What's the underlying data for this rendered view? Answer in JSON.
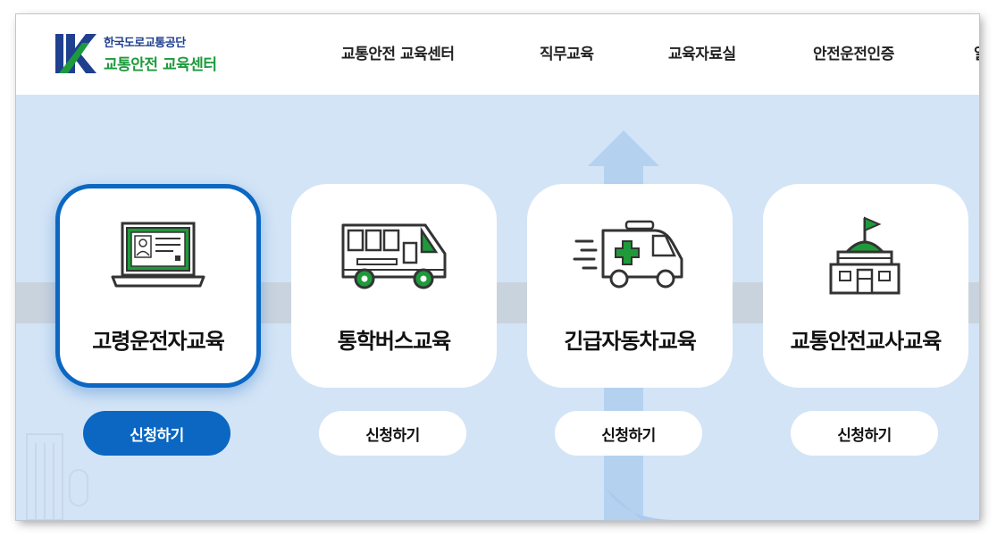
{
  "logo": {
    "org": "한국도로교통공단",
    "name": "교통안전 교육센터"
  },
  "nav": {
    "items": [
      "교통안전 교육센터",
      "직무교육",
      "교육자료실",
      "안전운전인증",
      "알"
    ]
  },
  "cards": [
    {
      "title": "고령운전자교육",
      "icon": "computer-id-card-icon",
      "button": "신청하기",
      "selected": true
    },
    {
      "title": "통학버스교육",
      "icon": "school-bus-icon",
      "button": "신청하기",
      "selected": false
    },
    {
      "title": "긴급자동차교육",
      "icon": "ambulance-icon",
      "button": "신청하기",
      "selected": false
    },
    {
      "title": "교통안전교사교육",
      "icon": "school-building-icon",
      "button": "신청하기",
      "selected": false
    }
  ],
  "colors": {
    "accent": "#0b67c2",
    "logo_blue": "#1f3f8f",
    "logo_green": "#1d9a3c",
    "background": "#d3e4f6",
    "icon_green": "#1e9a3a"
  }
}
